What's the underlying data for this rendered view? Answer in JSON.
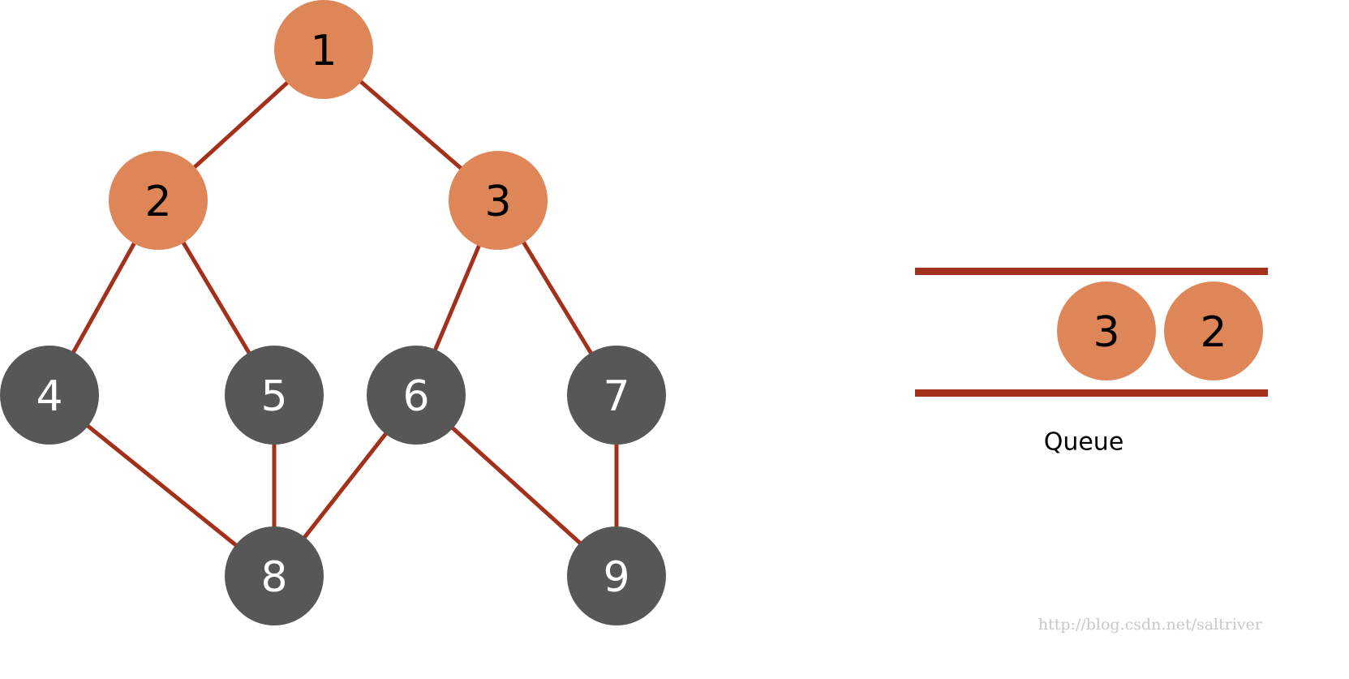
{
  "graph": {
    "nodes": [
      {
        "id": "1",
        "label": "1",
        "visited": true
      },
      {
        "id": "2",
        "label": "2",
        "visited": true
      },
      {
        "id": "3",
        "label": "3",
        "visited": true
      },
      {
        "id": "4",
        "label": "4",
        "visited": false
      },
      {
        "id": "5",
        "label": "5",
        "visited": false
      },
      {
        "id": "6",
        "label": "6",
        "visited": false
      },
      {
        "id": "7",
        "label": "7",
        "visited": false
      },
      {
        "id": "8",
        "label": "8",
        "visited": false
      },
      {
        "id": "9",
        "label": "9",
        "visited": false
      }
    ],
    "edges": [
      [
        "1",
        "2"
      ],
      [
        "1",
        "3"
      ],
      [
        "2",
        "4"
      ],
      [
        "2",
        "5"
      ],
      [
        "3",
        "6"
      ],
      [
        "3",
        "7"
      ],
      [
        "4",
        "8"
      ],
      [
        "5",
        "8"
      ],
      [
        "6",
        "8"
      ],
      [
        "6",
        "9"
      ],
      [
        "7",
        "9"
      ]
    ]
  },
  "queue": {
    "items": [
      {
        "label": "3"
      },
      {
        "label": "2"
      }
    ],
    "caption": "Queue"
  },
  "watermark": "http://blog.csdn.net/saltriver",
  "colors": {
    "visited_fill": "#df8658",
    "visited_text": "#000000",
    "unvisited_fill": "#575757",
    "unvisited_text": "#ffffff",
    "edge": "#a3301a",
    "queue_rail": "#a3301a"
  }
}
